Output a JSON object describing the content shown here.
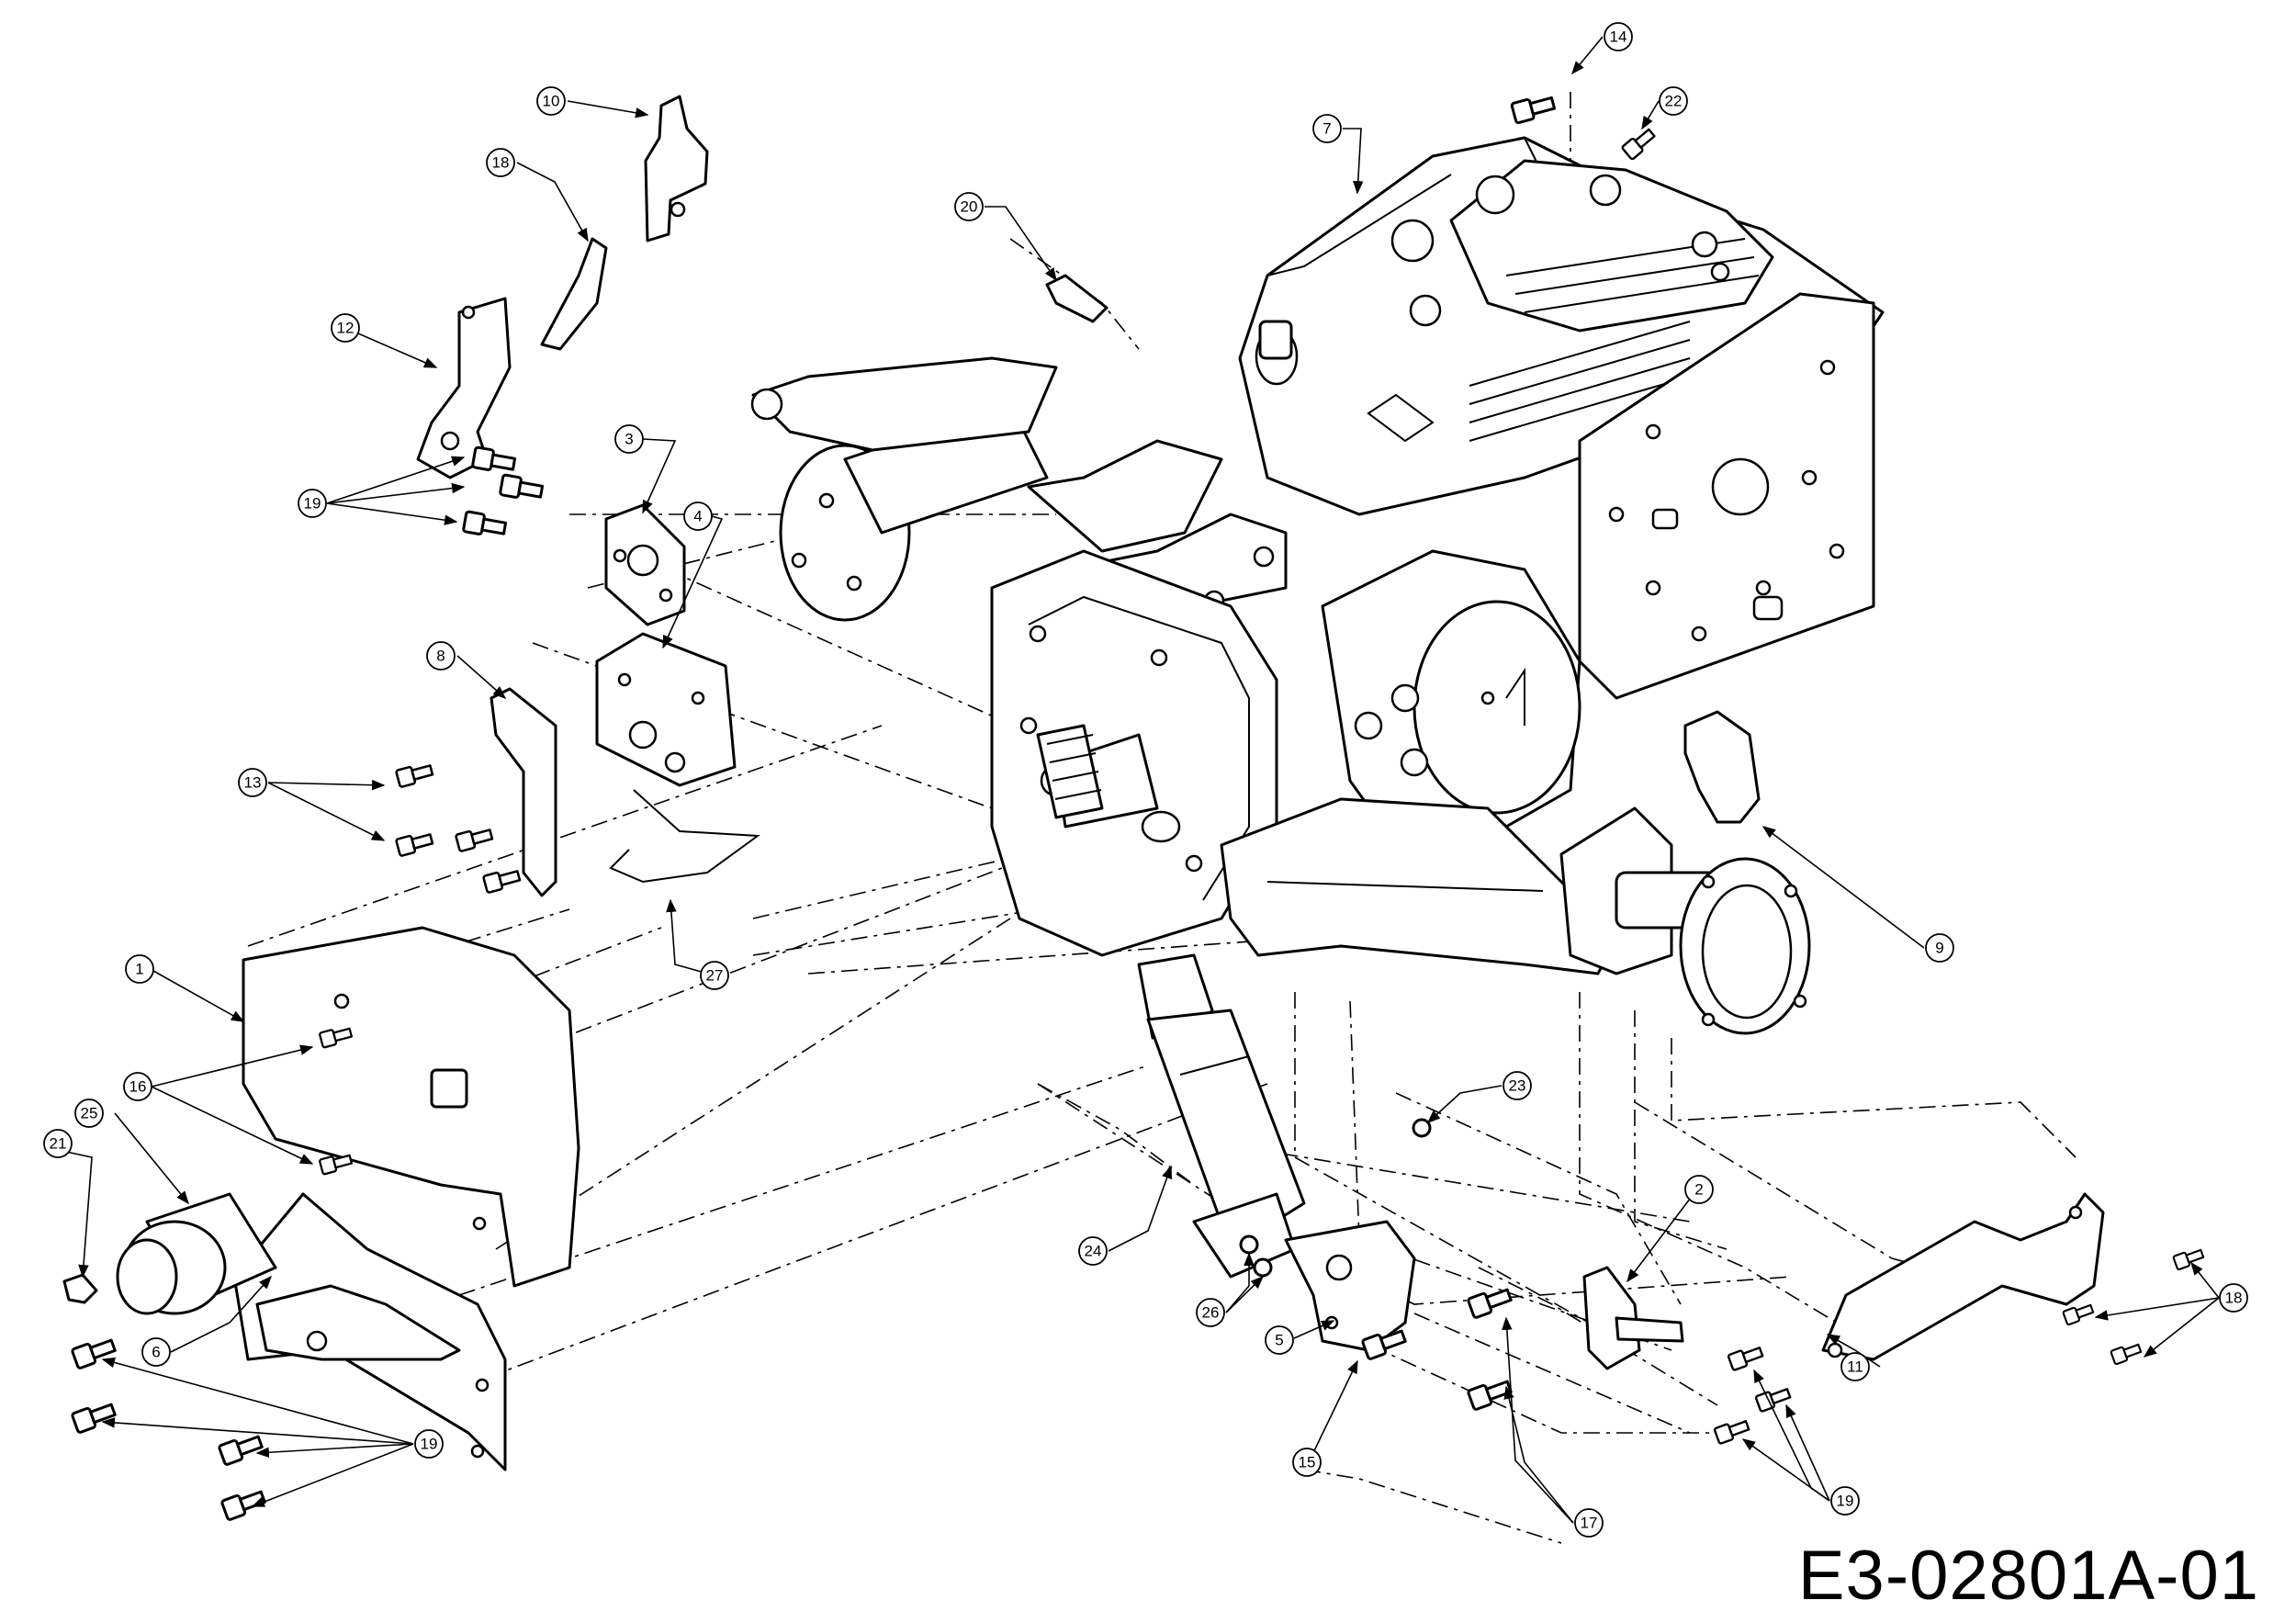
{
  "drawing": {
    "reference": "E3-02801A-01",
    "callouts": [
      "1",
      "2",
      "3",
      "4",
      "5",
      "6",
      "7",
      "8",
      "9",
      "10",
      "11",
      "12",
      "13",
      "14",
      "15",
      "16",
      "17",
      "18",
      "19",
      "20",
      "21",
      "22",
      "23",
      "24",
      "25",
      "26",
      "27"
    ]
  }
}
